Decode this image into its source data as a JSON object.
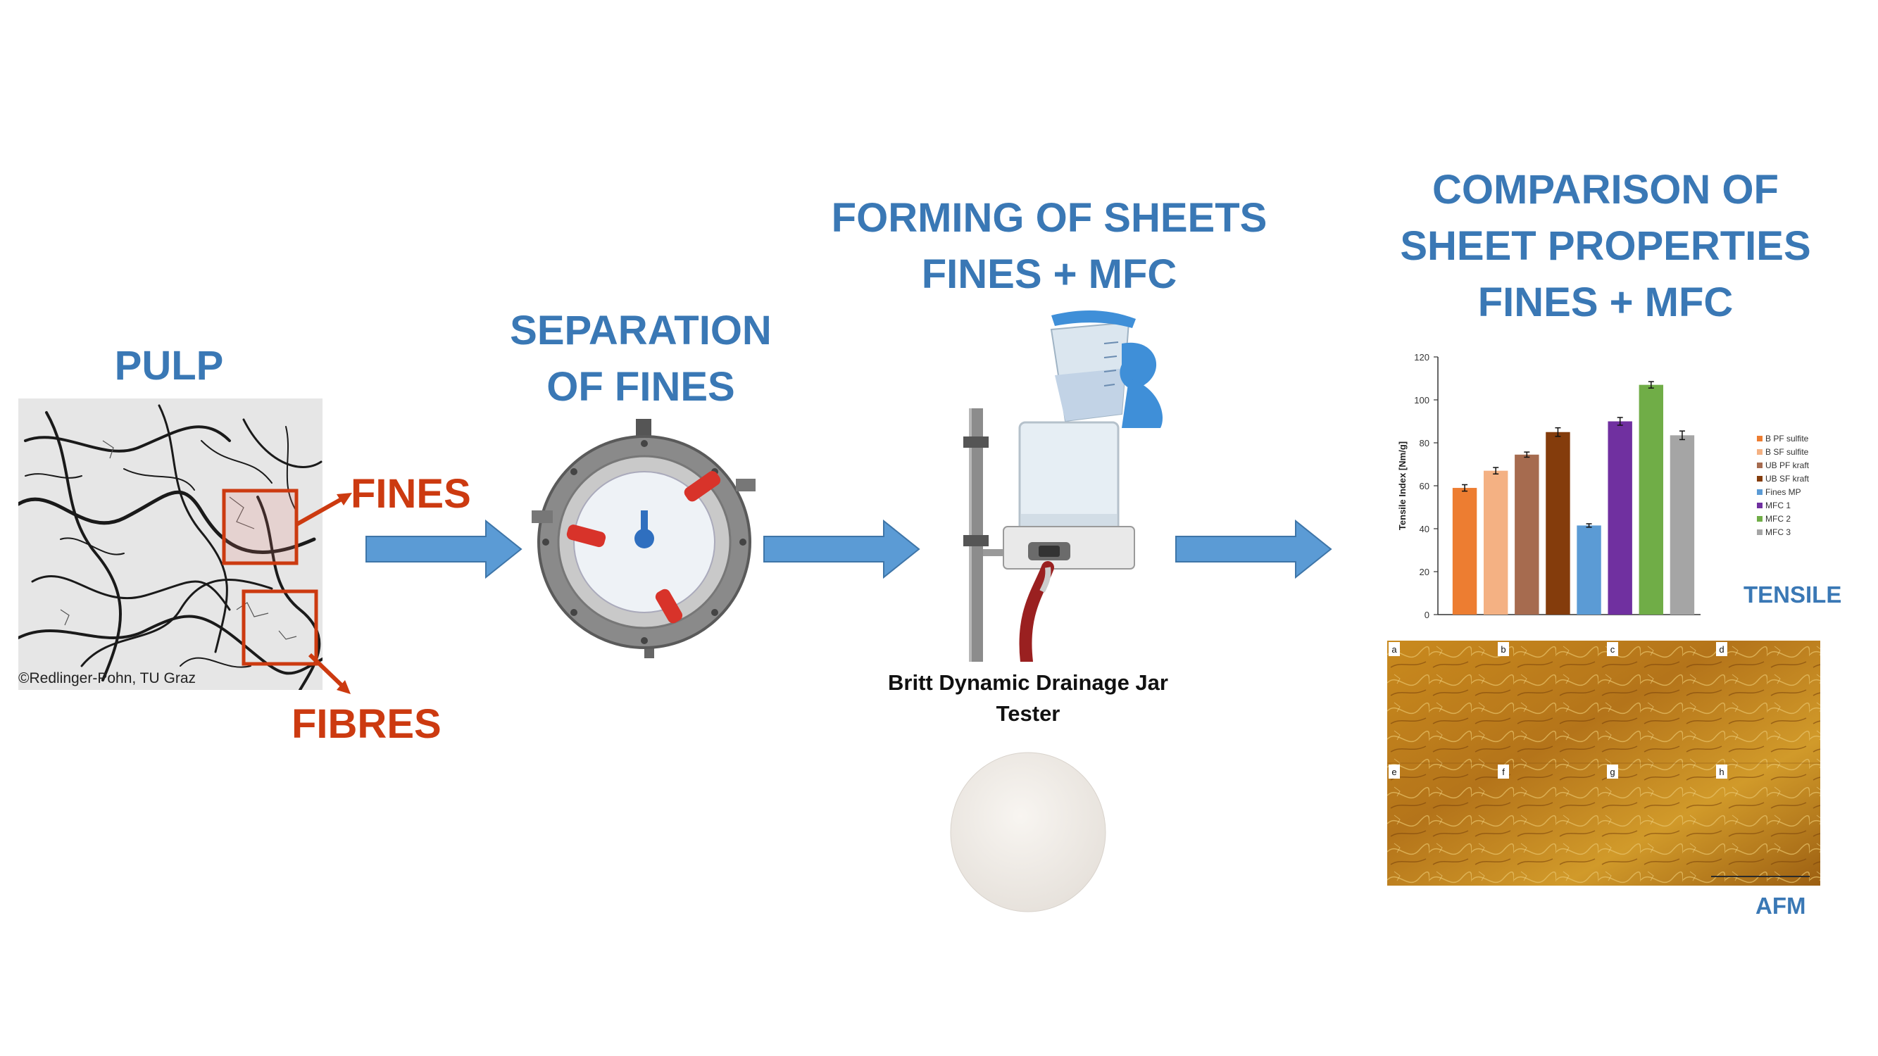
{
  "headings": {
    "pulp": "PULP",
    "separation_line1": "SEPARATION",
    "separation_line2": "OF FINES",
    "forming_line1": "FORMING OF SHEETS",
    "forming_line2": "FINES + MFC",
    "comparison_line1": "COMPARISON OF",
    "comparison_line2": "SHEET PROPERTIES",
    "comparison_line3": "FINES + MFC"
  },
  "labels": {
    "fines": "FINES",
    "fibres": "FIBRES",
    "copyright": "©Redlinger-Pohn, TU Graz",
    "britt_line1": "Britt Dynamic Drainage Jar",
    "britt_line2": "Tester",
    "tensile": "TENSILE",
    "afm": "AFM"
  },
  "afm_panels": [
    "a",
    "b",
    "c",
    "d",
    "e",
    "f",
    "g",
    "h"
  ],
  "colors": {
    "heading_blue": "#3a78b5",
    "label_red": "#cc3a10",
    "arrow_blue": "#5b9bd5"
  },
  "chart_data": {
    "type": "bar",
    "categories": [
      "B PF sulfite",
      "B SF sulfite",
      "UB PF kraft",
      "UB SF kraft",
      "Fines MP",
      "MFC 1",
      "MFC 2",
      "MFC 3"
    ],
    "values": [
      59,
      67,
      74.5,
      85,
      41.5,
      90,
      107,
      83.5
    ],
    "errors": [
      1.5,
      1.5,
      1.2,
      2,
      0.8,
      1.8,
      1.5,
      2
    ],
    "colors": [
      "#ed7d31",
      "#f4b183",
      "#a66b4f",
      "#843c0c",
      "#5b9bd5",
      "#7030a0",
      "#70ad47",
      "#a5a5a5"
    ],
    "ylabel": "Tensile Index [Nm/g]",
    "ylim": [
      0,
      120
    ],
    "yticks": [
      0,
      20,
      40,
      60,
      80,
      100,
      120
    ],
    "legend_position": "right",
    "grid": false
  }
}
